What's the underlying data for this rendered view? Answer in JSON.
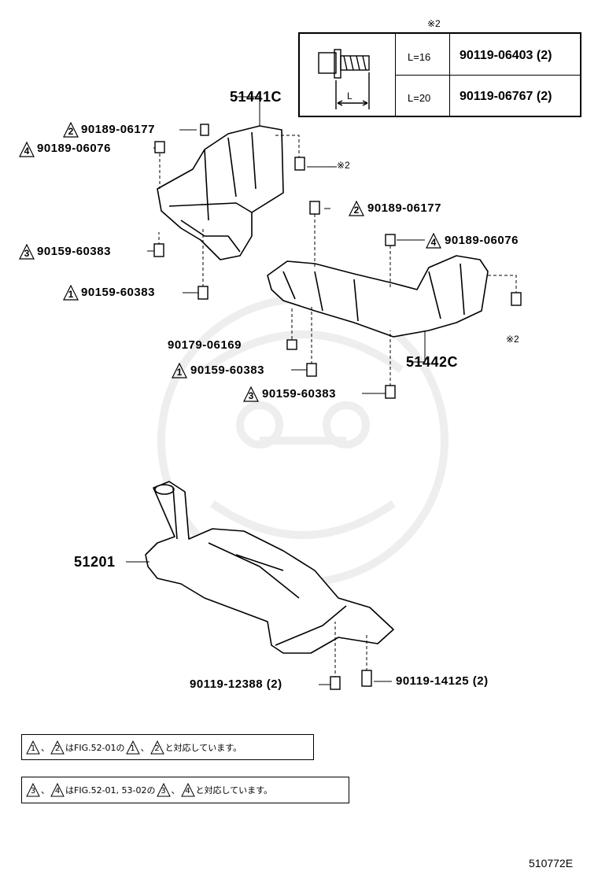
{
  "table": {
    "header_mark": "※2",
    "dimension_label": "L",
    "rows": [
      {
        "length": "L=16",
        "part": "90119-06403 (2)"
      },
      {
        "length": "L=20",
        "part": "90119-06767 (2)"
      }
    ]
  },
  "assemblies": {
    "left_cover": "51441C",
    "right_cover": "51442C",
    "crossmember": "51201"
  },
  "callouts": [
    {
      "mark": "2",
      "part": "90189-06177"
    },
    {
      "mark": "4",
      "part": "90189-06076"
    },
    {
      "mark": "3",
      "part": "90159-60383"
    },
    {
      "mark": "1",
      "part": "90159-60383"
    },
    {
      "mark": "2",
      "part": "90189-06177"
    },
    {
      "mark": "4",
      "part": "90189-06076"
    },
    {
      "mark": "",
      "part": "90179-06169"
    },
    {
      "mark": "1",
      "part": "90159-60383"
    },
    {
      "mark": "3",
      "part": "90159-60383"
    },
    {
      "mark": "",
      "part": "90119-12388 (2)"
    },
    {
      "mark": "",
      "part": "90119-14125 (2)"
    }
  ],
  "refs": {
    "upper": "※2",
    "lower": "※2"
  },
  "notes": [
    {
      "m1": "1",
      "sep": "、",
      "m2": "2",
      "pre": "はFIG.52-01の",
      "m3": "1",
      "sep2": "、",
      "m4": "2",
      "post": "と対応しています。"
    },
    {
      "m1": "3",
      "sep": "、",
      "m2": "4",
      "pre": "はFIG.52-01, 53-02の",
      "m3": "3",
      "sep2": "、",
      "m4": "4",
      "post": "と対応しています。"
    }
  ],
  "figure_code": "510772E"
}
